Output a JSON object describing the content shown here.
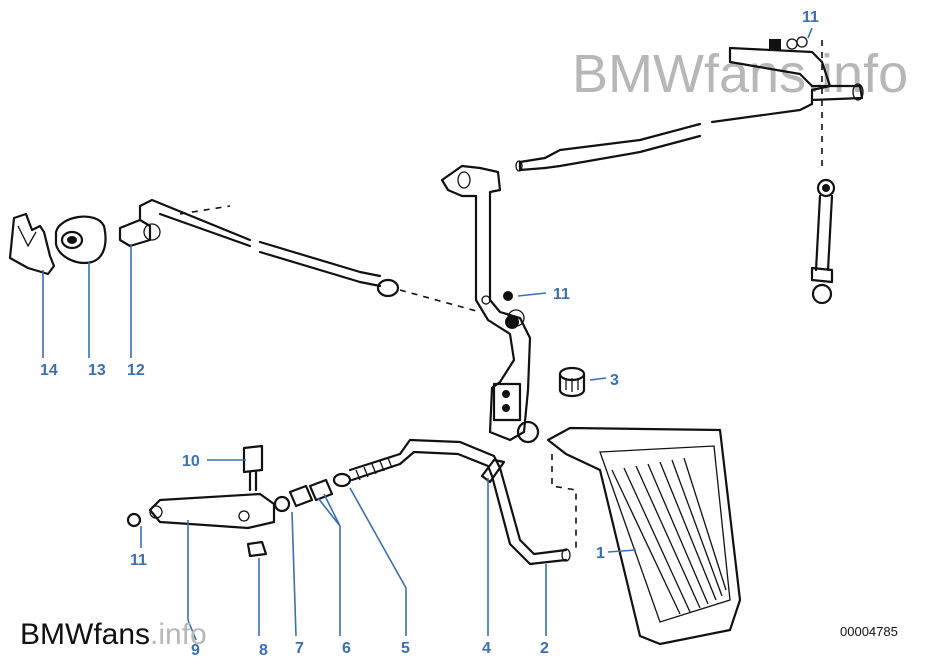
{
  "watermark_top": "BMWfans.info",
  "watermark_bottom": {
    "part1": "BMWfans",
    "part2": ".info"
  },
  "diagram_code": "00004785",
  "callouts": [
    "11",
    "11",
    "3",
    "14",
    "13",
    "12",
    "10",
    "11",
    "9",
    "8",
    "7",
    "6",
    "5",
    "4",
    "2",
    "1"
  ],
  "colors": {
    "callout": "#3a6fb0",
    "watermark": "#b7b7b7",
    "line": "#111111"
  }
}
